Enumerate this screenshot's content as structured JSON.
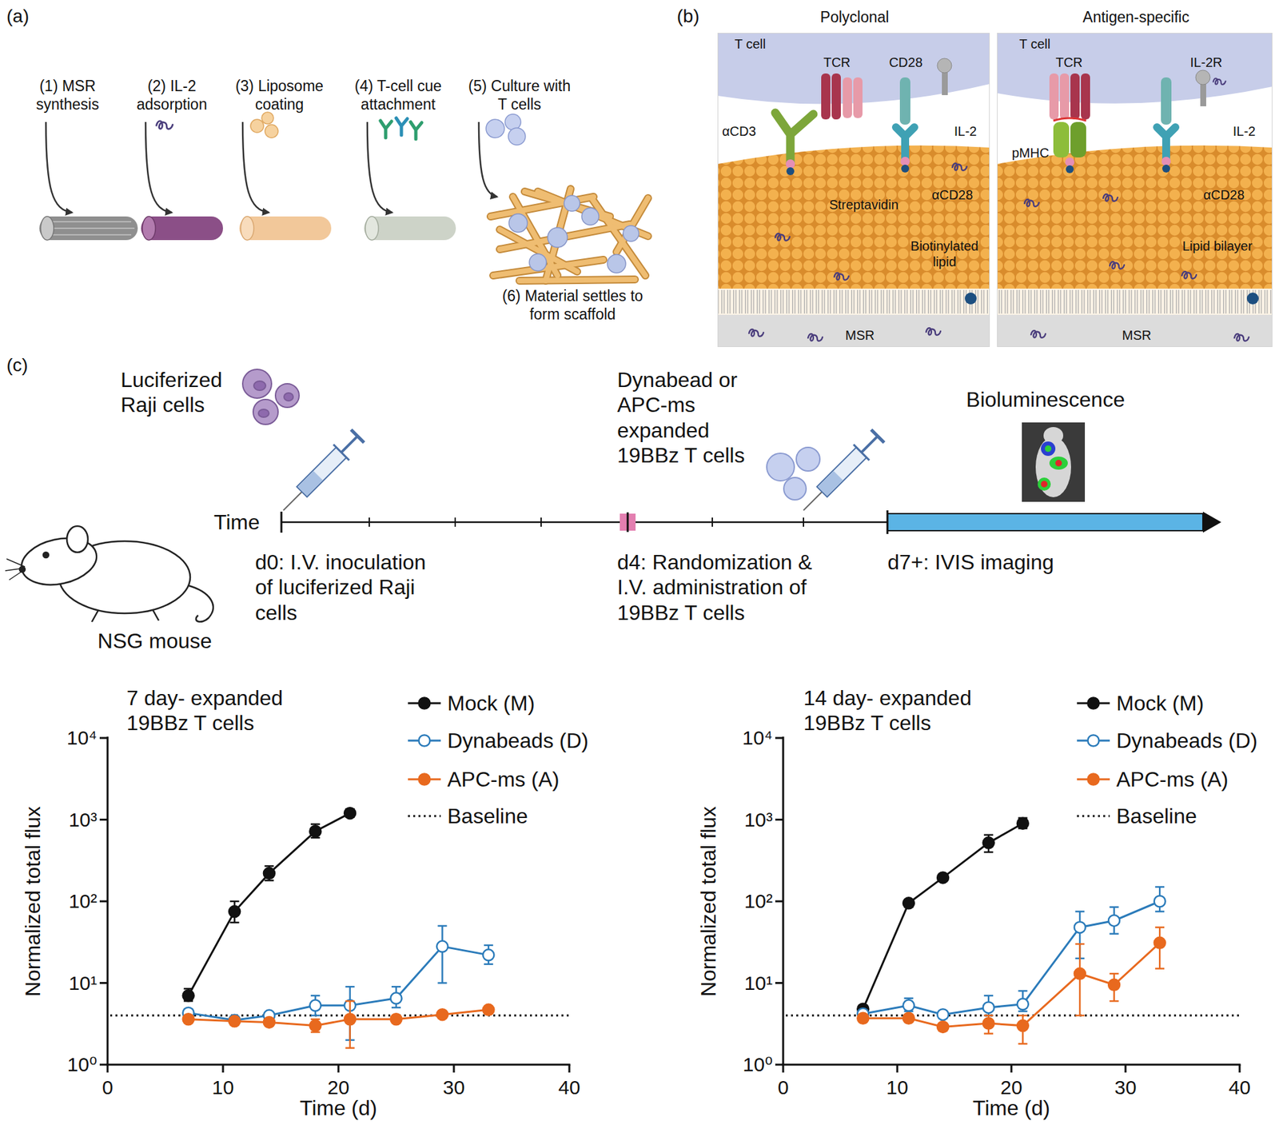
{
  "diagram": {
    "nodes": [
      {
        "text": [
          "Polyclonal",
          "T cell",
          "TCR",
          "CD28",
          "αCD3",
          "IL-2",
          "αCD28",
          "Streptavidin",
          "Biotinylated lipid",
          "MSR"
        ]
      },
      {
        "text": [
          "Antigen-specific",
          "T cell",
          "TCR",
          "IL-2R",
          "IL-2",
          "pMHC",
          "αCD28",
          "Lipid bilayer",
          "MSR"
        ]
      }
    ],
    "labels": [
      "(a)",
      "(1) MSR synthesis",
      "(2) IL-2 adsorption",
      "(3) Liposome coating",
      "(4) T-cell cue attachment",
      "(5) Culture with T cells",
      "(6) Material settles to form scaffold",
      "(b)",
      "(c)",
      "Luciferized Raji cells",
      "Dynabead or APC-ms expanded 19BBz T cells",
      "Bioluminescence",
      "Time",
      "d0: I.V. inoculation of luciferized Raji cells",
      "d4: Randomization & I.V. administration of 19BBz T cells",
      "d7+: IVIS imaging",
      "NSG mouse",
      "7 day- expanded 19BBz T cells",
      "Normalized total flux",
      "10⁴",
      "10³",
      "10²",
      "10¹",
      "10⁰",
      "0",
      "10",
      "20",
      "30",
      "40",
      "Time (d)",
      "14 day- expanded 19BBz T cells",
      "Normalized total flux",
      "10⁴",
      "10³",
      "10²",
      "10¹",
      "10⁰",
      "0",
      "10",
      "20",
      "30",
      "40",
      "Time (d)"
    ],
    "legend": [
      {
        "text": "Mock (M)"
      },
      {
        "text": "Dynabeads (D)"
      },
      {
        "text": "APC-ms (A)"
      },
      {
        "text": "Baseline"
      },
      {
        "text": "Mock (M)"
      },
      {
        "text": "Dynabeads (D)"
      },
      {
        "text": "APC-ms (A)"
      },
      {
        "text": "Baseline"
      }
    ]
  }
}
